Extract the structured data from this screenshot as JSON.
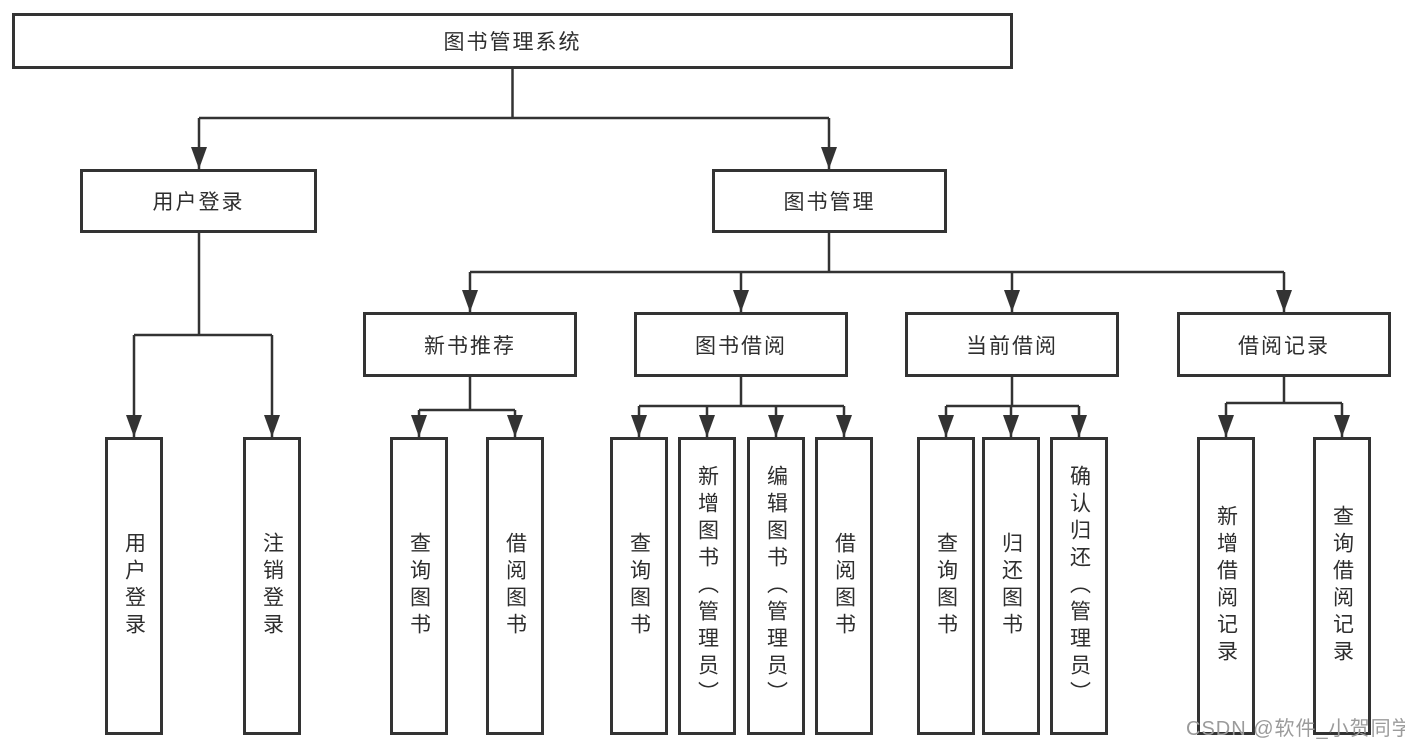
{
  "diagram": {
    "root": {
      "label": "图书管理系统"
    },
    "branches": [
      {
        "label": "用户登录",
        "children": [
          "用户登录",
          "注销登录"
        ]
      },
      {
        "label": "图书管理"
      }
    ],
    "modules": [
      {
        "label": "新书推荐",
        "children": [
          "查询图书",
          "借阅图书"
        ]
      },
      {
        "label": "图书借阅",
        "children": [
          "查询图书",
          "新增图书（管理员）",
          "编辑图书（管理员）",
          "借阅图书"
        ]
      },
      {
        "label": "当前借阅",
        "children": [
          "查询图书",
          "归还图书",
          "确认归还（管理员）"
        ]
      },
      {
        "label": "借阅记录",
        "children": [
          "新增借阅记录",
          "查询借阅记录"
        ]
      }
    ],
    "colors": {
      "line": "#333333",
      "box_border": "#333333",
      "text": "#2e2e2e",
      "background": "#ffffff"
    }
  },
  "watermark": {
    "text": "CSDN @软件_小贺同学",
    "color": "#9b9b9b"
  }
}
